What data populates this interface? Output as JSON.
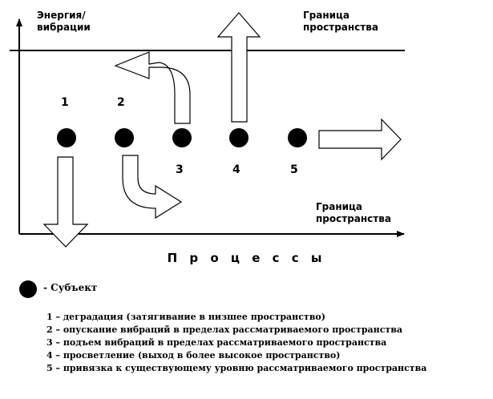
{
  "axis_y_label": "Энергия/\nвибрации",
  "boundary_top_label": "Граница\nпространства",
  "boundary_bottom_label": "Граница\nпространства",
  "processes_title": "П р о ц е с с ы",
  "subject_label": "- Субъект",
  "markers": {
    "m1": "1",
    "m2": "2",
    "m3": "3",
    "m4": "4",
    "m5": "5"
  },
  "legend": [
    "1 – деградация (затягивание в низшее пространство)",
    "2 – опускание вибраций в пределах рассматриваемого пространства",
    "3 – подъем вибраций в пределах рассматриваемого пространства",
    "4 – просветление (выход в более высокое пространство)",
    "5 – привязка к существующему уровню рассматриваемого пространства"
  ]
}
